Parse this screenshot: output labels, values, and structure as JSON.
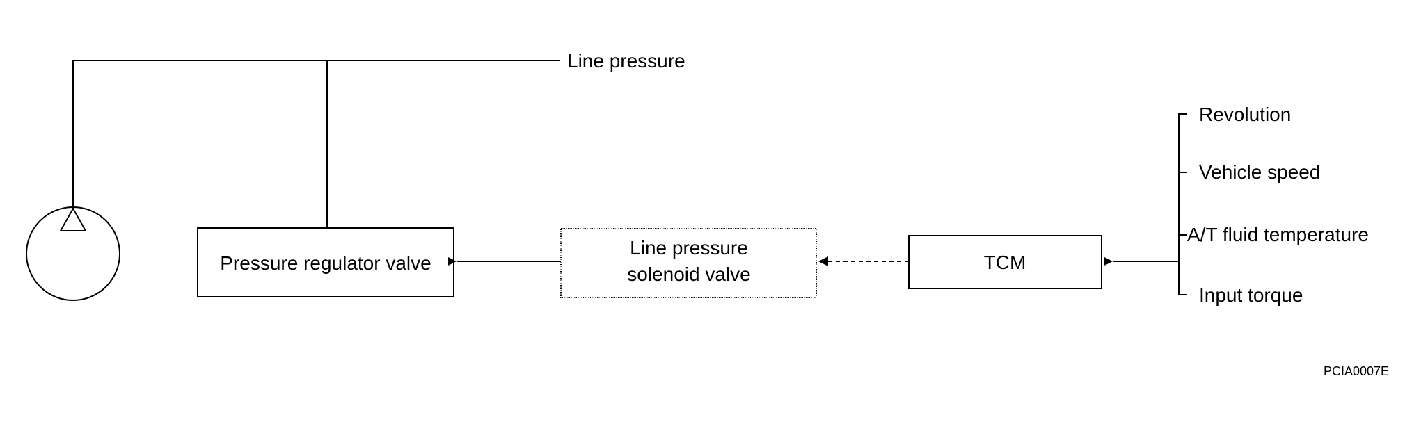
{
  "labels": {
    "line_pressure": "Line pressure",
    "regulator_valve": "Pressure regulator valve",
    "solenoid_line1": "Line pressure",
    "solenoid_line2": "solenoid valve",
    "tcm": "TCM",
    "input_revolution": "Revolution",
    "input_vehicle_speed": "Vehicle speed",
    "input_fluid_temp": "A/T fluid temperature",
    "input_torque": "Input torque",
    "figure_code": "PCIA0007E"
  }
}
